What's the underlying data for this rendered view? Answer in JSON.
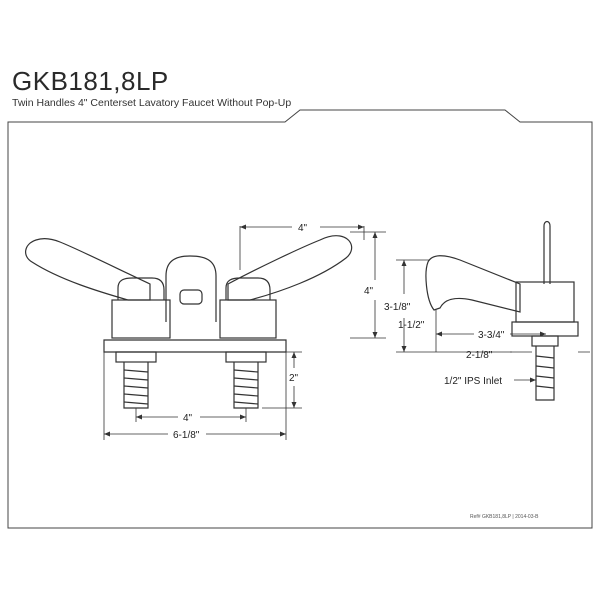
{
  "header": {
    "title": "GKB181,8LP",
    "subtitle": "Twin Handles 4\" Centerset Lavatory Faucet Without Pop-Up"
  },
  "dimensions": {
    "top_width": "4\"",
    "right_height": "4\"",
    "shank_length": "2\"",
    "center_spacing": "4\"",
    "overall_width": "6-1/8\"",
    "spout_height": "3-1/8\"",
    "spout_clearance": "1-1/2\"",
    "spout_reach": "3-3/4\"",
    "deck_height": "2-1/8\"",
    "inlet": "1/2\" IPS Inlet"
  },
  "footer": {
    "part_ref": "Ref# GKB181,8LP | 2014-03-B"
  },
  "colors": {
    "line": "#333333",
    "background": "#ffffff"
  }
}
